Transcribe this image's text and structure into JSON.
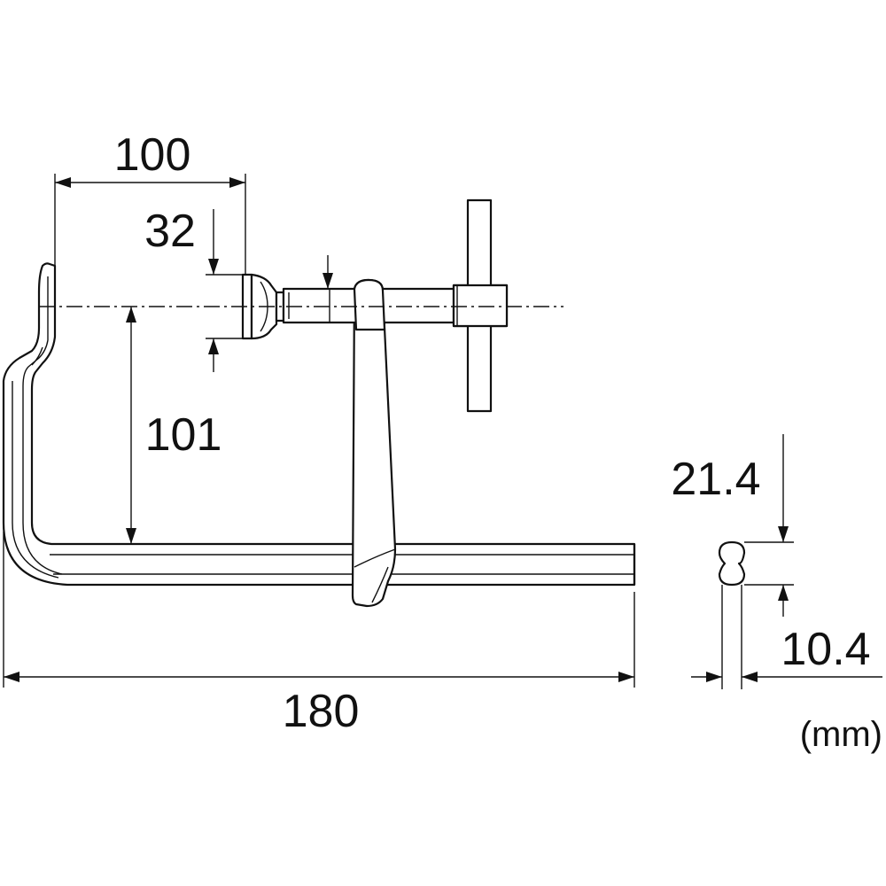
{
  "dimensions": {
    "throat_width": "100",
    "pad_diameter": "32",
    "throat_depth": "101",
    "overall_length": "180",
    "bar_height": "21.4",
    "bar_thickness": "10.4"
  },
  "unit_label": "(mm)"
}
